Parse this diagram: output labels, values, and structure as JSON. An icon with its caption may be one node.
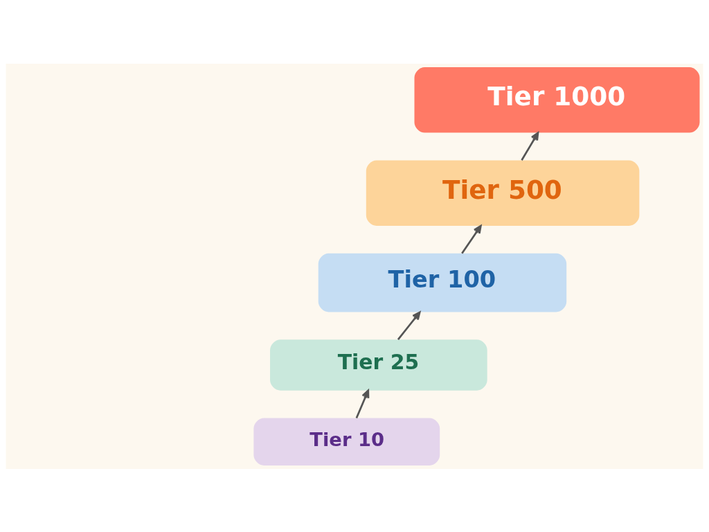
{
  "diagram": {
    "nodes": [
      {
        "text": [
          "Tier 1000"
        ]
      },
      {
        "text": [
          "Tier 500"
        ]
      },
      {
        "text": [
          "Tier 100"
        ]
      },
      {
        "text": [
          "Tier 25"
        ]
      },
      {
        "text": [
          "Tier 10"
        ]
      }
    ],
    "edges": [
      {
        "from": 4,
        "to": 3,
        "arrow": "to"
      },
      {
        "from": 3,
        "to": 2,
        "arrow": "to"
      },
      {
        "from": 2,
        "to": 1,
        "arrow": "to"
      },
      {
        "from": 1,
        "to": 0,
        "arrow": "to"
      }
    ]
  }
}
